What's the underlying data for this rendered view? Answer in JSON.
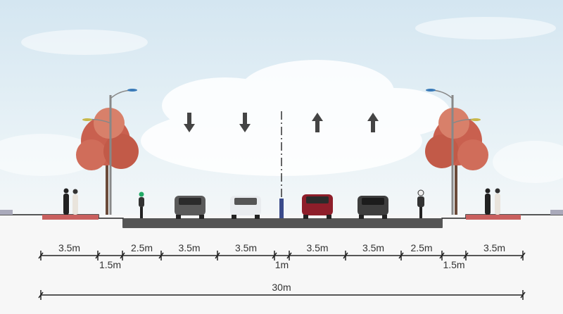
{
  "diagram": {
    "type": "road-cross-section",
    "lane_arrows": [
      "down",
      "down",
      "up",
      "up"
    ],
    "colors": {
      "sky_top": "#d6e8f2",
      "sky_bottom": "#eef5f8",
      "road": "#555555",
      "paving": "#c9605f",
      "tree": "#c9604f",
      "ground": "#f7f7f7"
    }
  },
  "dimensions": {
    "segments_top": [
      {
        "label": "3.5m"
      },
      {
        "label": "2.5m"
      },
      {
        "label": "3.5m"
      },
      {
        "label": "3.5m"
      },
      {
        "label": "3.5m"
      },
      {
        "label": "3.5m"
      },
      {
        "label": "2.5m"
      },
      {
        "label": "3.5m"
      }
    ],
    "segments_bottom": [
      {
        "label": "1.5m"
      },
      {
        "label": "1m"
      },
      {
        "label": "1.5m"
      }
    ],
    "total": {
      "label": "30m"
    }
  }
}
